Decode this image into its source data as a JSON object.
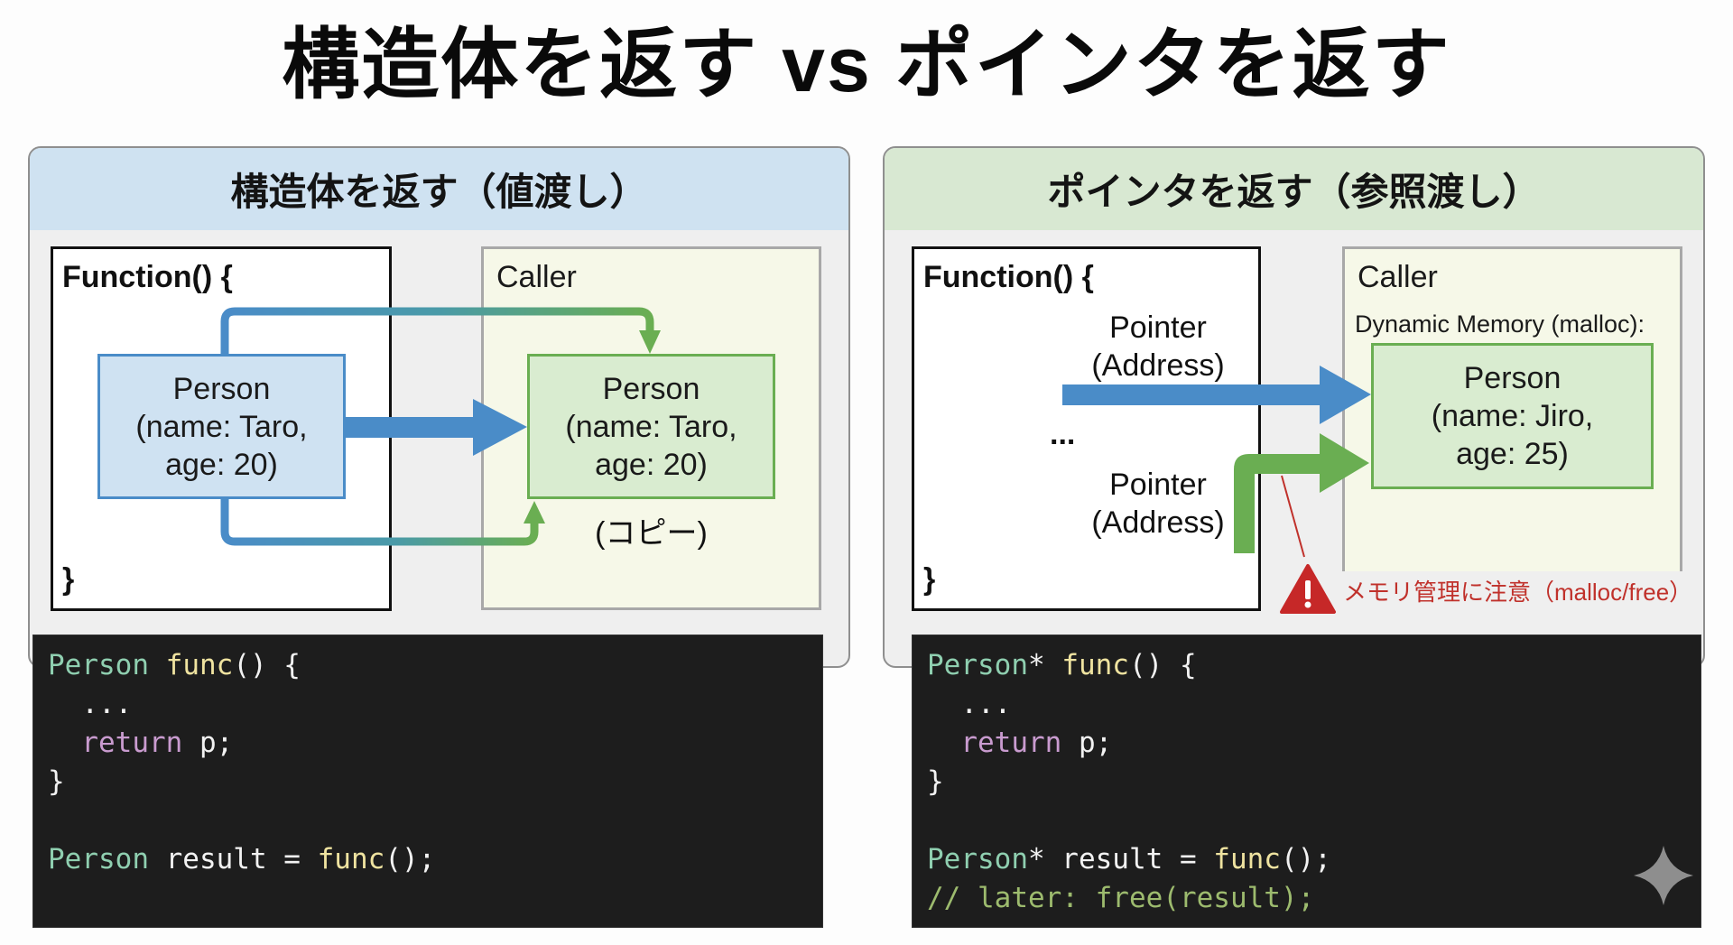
{
  "title": "構造体を返す vs ポインタを返す",
  "left_panel": {
    "header": "構造体を返す（値渡し）",
    "function_label": "Function() {",
    "function_close": "}",
    "caller_label": "Caller",
    "source_person": [
      "Person",
      "(name: Taro,",
      "age: 20)"
    ],
    "copy_person": [
      "Person",
      "(name: Taro,",
      "age: 20)"
    ],
    "copy_note": "(コピー)",
    "code": [
      [
        {
          "t": "Person",
          "c": "type"
        },
        {
          "t": " ",
          "c": "plain"
        },
        {
          "t": "func",
          "c": "fn"
        },
        {
          "t": "() {",
          "c": "plain"
        }
      ],
      [
        {
          "t": "  ...",
          "c": "plain"
        }
      ],
      [
        {
          "t": "  ",
          "c": "plain"
        },
        {
          "t": "return",
          "c": "kw"
        },
        {
          "t": " p;",
          "c": "plain"
        }
      ],
      [
        {
          "t": "}",
          "c": "plain"
        }
      ],
      [
        {
          "t": "",
          "c": "plain"
        }
      ],
      [
        {
          "t": "Person",
          "c": "type"
        },
        {
          "t": " result = ",
          "c": "plain"
        },
        {
          "t": "func",
          "c": "fn"
        },
        {
          "t": "();",
          "c": "plain"
        }
      ]
    ]
  },
  "right_panel": {
    "header": "ポインタを返す（参照渡し）",
    "function_label": "Function() {",
    "function_close": "}",
    "pointer_label_1": [
      "Pointer",
      "(Address)"
    ],
    "ellipsis": "...",
    "pointer_label_2": [
      "Pointer",
      "(Address)"
    ],
    "caller_label": "Caller",
    "heap_label": "Dynamic Memory (malloc):",
    "heap_person": [
      "Person",
      "(name: Jiro,",
      "age: 25)"
    ],
    "warning_icon": "warning-triangle-icon",
    "warning_text": "メモリ管理に注意（malloc/free）",
    "code": [
      [
        {
          "t": "Person",
          "c": "type"
        },
        {
          "t": "* ",
          "c": "plain"
        },
        {
          "t": "func",
          "c": "fn"
        },
        {
          "t": "() {",
          "c": "plain"
        }
      ],
      [
        {
          "t": "  ...",
          "c": "plain"
        }
      ],
      [
        {
          "t": "  ",
          "c": "plain"
        },
        {
          "t": "return",
          "c": "kw"
        },
        {
          "t": " p;",
          "c": "plain"
        }
      ],
      [
        {
          "t": "}",
          "c": "plain"
        }
      ],
      [
        {
          "t": "",
          "c": "plain"
        }
      ],
      [
        {
          "t": "Person",
          "c": "type"
        },
        {
          "t": "* result = ",
          "c": "plain"
        },
        {
          "t": "func",
          "c": "fn"
        },
        {
          "t": "();",
          "c": "plain"
        }
      ],
      [
        {
          "t": "// later: free(result);",
          "c": "comment"
        }
      ]
    ]
  },
  "corner_icon": "sparkle-icon",
  "colors": {
    "blue_arrow": "#4a8cc8",
    "green_arrow": "#6aae52",
    "warning_red": "#c62828"
  }
}
